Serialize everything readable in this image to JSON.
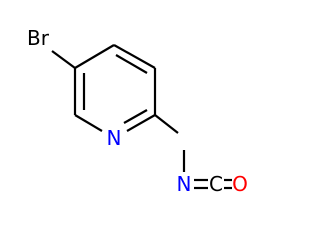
{
  "molecule": {
    "atoms": {
      "bromine": {
        "symbol": "Br",
        "color": "#000000"
      },
      "ring_nitrogen": {
        "symbol": "N",
        "color": "#0000ff"
      },
      "isocyanate_nitrogen": {
        "symbol": "N",
        "color": "#0000ff"
      },
      "isocyanate_carbon": {
        "symbol": "C",
        "color": "#000000"
      },
      "isocyanate_oxygen": {
        "symbol": "O",
        "color": "#ff0000"
      }
    }
  }
}
